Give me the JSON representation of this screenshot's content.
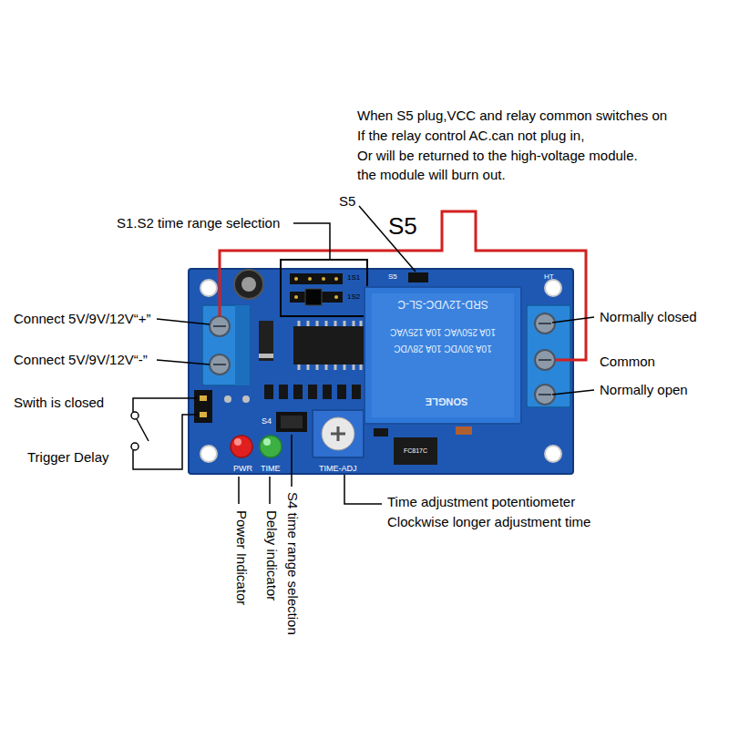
{
  "diagram": {
    "labels": [
      "When S5 plug,VCC and relay common switches on",
      "If the relay control AC.can not plug in,",
      "Or will be returned to the high-voltage module.",
      "the module will burn out.",
      "S5",
      "S5",
      "S1.S2 time range selection",
      "Connect 5V/9V/12V“+”",
      "Connect 5V/9V/12V“-”",
      "Swith is closed",
      "Trigger Delay",
      "Normally closed",
      "Common",
      "Normally open",
      "Time adjustment potentiometer",
      "Clockwise longer adjustment time",
      "Power Indicator",
      "Delay indicator",
      "S4 time range selection",
      "PWR",
      "TIME",
      "TIME-ADJ",
      "S4",
      "S5",
      "HT",
      "1S1",
      "1S2",
      "SRD-12VDC-SL-C",
      "10A 250VAC 10A 125VAC",
      "10A 30VDC 10A 28VDC",
      "SONGLE",
      "FC817C"
    ]
  }
}
